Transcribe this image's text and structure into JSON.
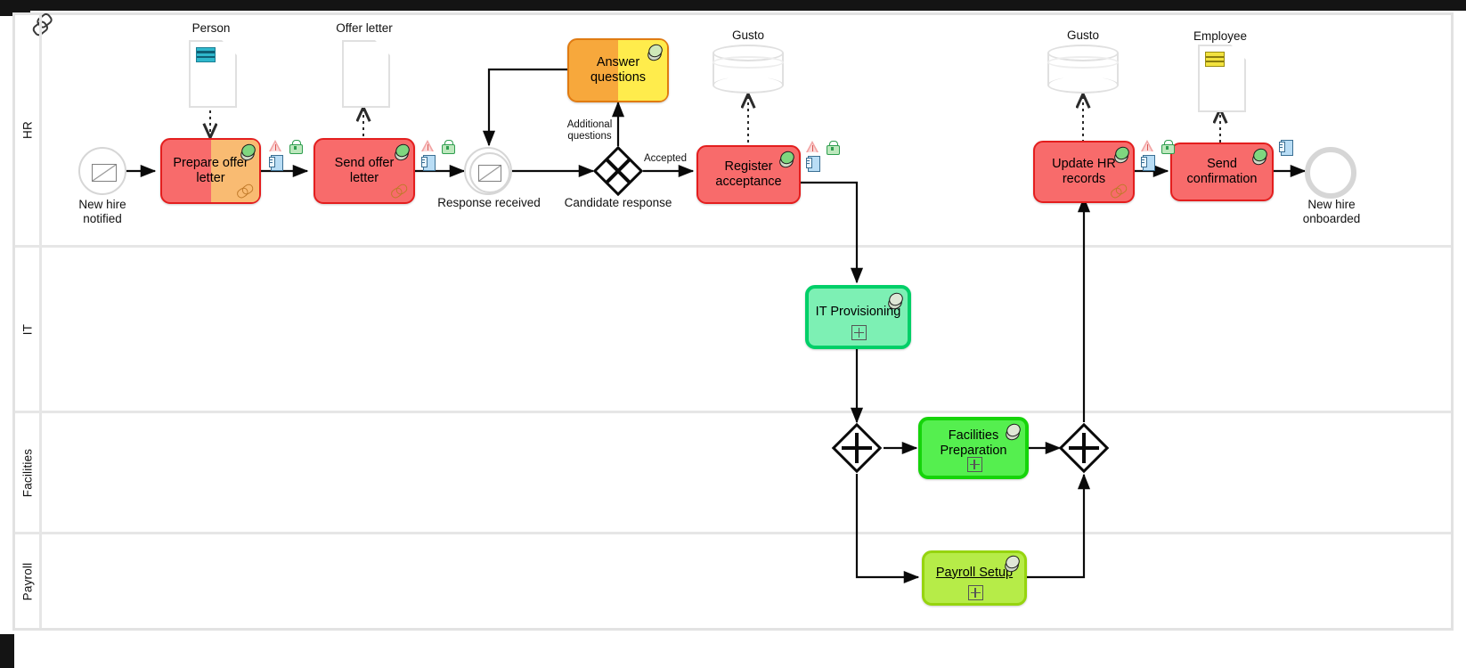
{
  "diagram": {
    "type": "bpmn-collaboration-diagram",
    "pool_icon": "link-chain-icon"
  },
  "lanes": [
    {
      "id": "hr",
      "label": "HR"
    },
    {
      "id": "it",
      "label": "IT"
    },
    {
      "id": "facilities",
      "label": "Facilities"
    },
    {
      "id": "payroll",
      "label": "Payroll"
    }
  ],
  "events": [
    {
      "id": "start",
      "label": "New hire\nnotified",
      "label_line1": "New hire",
      "label_line2": "notified",
      "kind": "start-message-event"
    },
    {
      "id": "resp",
      "label": "Response received",
      "label_line1": "Response received",
      "label_line2": "",
      "kind": "intermediate-message-event"
    },
    {
      "id": "end",
      "label": "New hire\nonboarded",
      "label_line1": "New hire",
      "label_line2": "onboarded",
      "kind": "end-event"
    }
  ],
  "gateways": [
    {
      "id": "candidate",
      "label": "Candidate response",
      "kind": "exclusive-gateway"
    },
    {
      "id": "par_split",
      "label": "",
      "kind": "parallel-gateway"
    },
    {
      "id": "par_join",
      "label": "",
      "kind": "parallel-gateway"
    }
  ],
  "tasks": [
    {
      "id": "prepare_offer",
      "label_line1": "Prepare offer",
      "label_line2": "letter",
      "lane": "hr",
      "fill": "#f86b6b",
      "fill_secondary": "#f9bb72",
      "border": "#e41e1e",
      "markers": [
        "role-icon",
        "chain-icon"
      ],
      "attached": [
        "warning-icon",
        "lock-icon",
        "document-icon"
      ]
    },
    {
      "id": "send_offer",
      "label_line1": "Send offer letter",
      "label_line2": "",
      "lane": "hr",
      "fill": "#f86b6b",
      "border": "#e41e1e",
      "markers": [
        "role-icon",
        "chain-icon"
      ],
      "attached": [
        "warning-icon",
        "lock-icon",
        "document-icon"
      ]
    },
    {
      "id": "answer_q",
      "label_line1": "Answer",
      "label_line2": "questions",
      "lane": "hr",
      "fill": "#f7a83c",
      "fill_secondary": "#ffec4c",
      "border": "#e07b12",
      "markers": [
        "role-icon"
      ],
      "attached": []
    },
    {
      "id": "register_acc",
      "label_line1": "Register",
      "label_line2": "acceptance",
      "lane": "hr",
      "fill": "#f86b6b",
      "border": "#e41e1e",
      "markers": [
        "role-icon"
      ],
      "attached": [
        "warning-icon",
        "lock-icon",
        "document-icon"
      ]
    },
    {
      "id": "update_hr",
      "label_line1": "Update HR",
      "label_line2": "records",
      "lane": "hr",
      "fill": "#f86b6b",
      "border": "#e41e1e",
      "markers": [
        "role-icon",
        "chain-icon"
      ],
      "attached": [
        "warning-icon",
        "lock-icon",
        "document-icon"
      ]
    },
    {
      "id": "send_conf",
      "label_line1": "Send",
      "label_line2": "confirmation",
      "lane": "hr",
      "fill": "#f86b6b",
      "border": "#e41e1e",
      "markers": [
        "role-icon"
      ],
      "attached": [
        "document-icon"
      ]
    },
    {
      "id": "it_prov",
      "label_line1": "IT Provisioning",
      "label_line2": "",
      "lane": "it",
      "fill": "#7df0b4",
      "border": "#00cf68",
      "markers": [
        "role-icon",
        "plus-marker"
      ],
      "attached": []
    },
    {
      "id": "fac_prep",
      "label_line1": "Facilities",
      "label_line2": "Preparation",
      "lane": "facilities",
      "fill": "#55ef4f",
      "border": "#15d40a",
      "markers": [
        "role-icon",
        "plus-marker"
      ],
      "attached": []
    },
    {
      "id": "payroll_setup",
      "label_line1": "Payroll Setup",
      "label_line2": "",
      "lane": "payroll",
      "fill": "#b6ec48",
      "border": "#96d40f",
      "markers": [
        "role-icon",
        "plus-marker"
      ],
      "attached": [],
      "underline": true
    }
  ],
  "data_objects": [
    {
      "id": "person",
      "label": "Person",
      "marker_color": "#2fb7cc"
    },
    {
      "id": "offer",
      "label": "Offer letter",
      "marker_color": ""
    },
    {
      "id": "employee",
      "label": "Employee",
      "marker_color": "#f2e23f"
    }
  ],
  "data_stores": [
    {
      "id": "gusto1",
      "label": "Gusto"
    },
    {
      "id": "gusto2",
      "label": "Gusto"
    }
  ],
  "flow_labels": [
    {
      "id": "accepted",
      "text": "Accepted"
    },
    {
      "id": "additional",
      "line1": "Additional",
      "line2": "questions"
    }
  ],
  "colors": {
    "task_red": "#f86b6b",
    "task_red_border": "#e41e1e",
    "task_orange": "#f7a83c",
    "task_yellow": "#ffec4c",
    "sub_it": "#7df0b4",
    "sub_fac": "#55ef4f",
    "sub_pay": "#b6ec48",
    "lane_border": "#e2e2e2",
    "event_border": "#d6d6d6",
    "flow": "#0a0a0a"
  }
}
